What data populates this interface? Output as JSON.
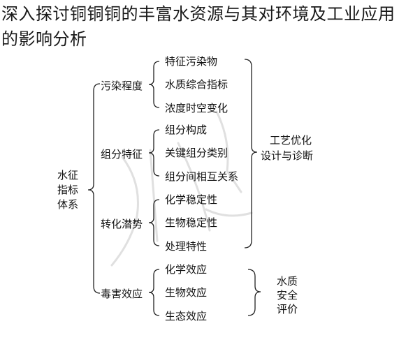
{
  "title": "深入探讨铜铜铜的丰富水资源与其对环境及工业应用的影响分析",
  "diagram": {
    "root": [
      "水征",
      "指标",
      "体系"
    ],
    "groups": [
      {
        "label": "污染程度",
        "items": [
          "特征污染物",
          "水质综合指标",
          "浓度时空变化"
        ]
      },
      {
        "label": "组分特征",
        "items": [
          "组分构成",
          "关键组分类别",
          "组分间相互关系"
        ]
      },
      {
        "label": "转化潜势",
        "items": [
          "化学稳定性",
          "生物稳定性",
          "处理特性"
        ]
      },
      {
        "label": "毒害效应",
        "items": [
          "化学效应",
          "生物效应",
          "生态效应"
        ]
      }
    ],
    "outcome_1": [
      "工艺优化",
      "设计与诊断"
    ],
    "outcome_2": [
      "水质",
      "安全",
      "评价"
    ]
  }
}
